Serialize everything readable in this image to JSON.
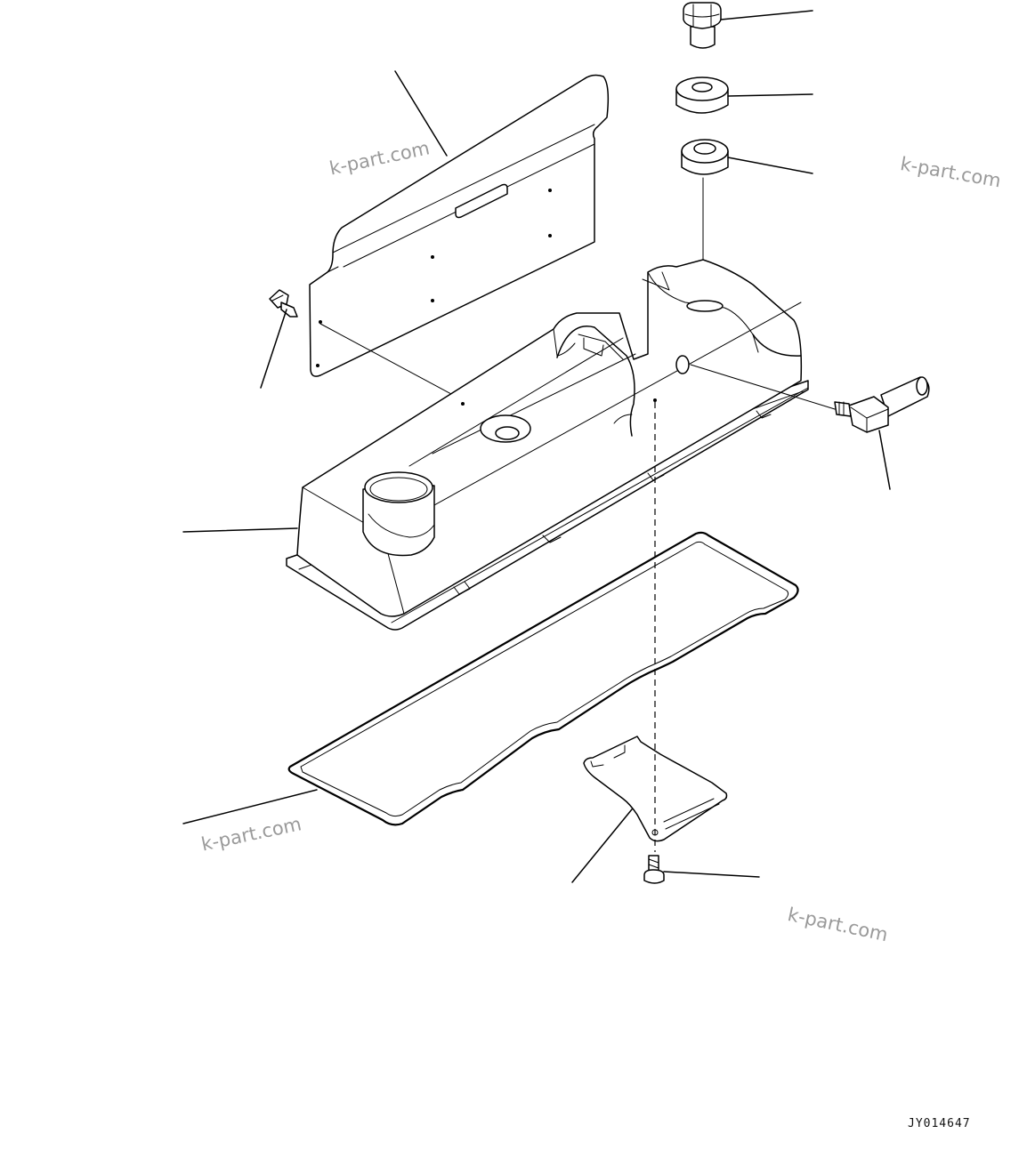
{
  "diagram": {
    "drawing_code": "JY014647",
    "watermarks": [
      "k-part.com",
      "k-part.com",
      "k-part.com",
      "k-part.com"
    ]
  }
}
